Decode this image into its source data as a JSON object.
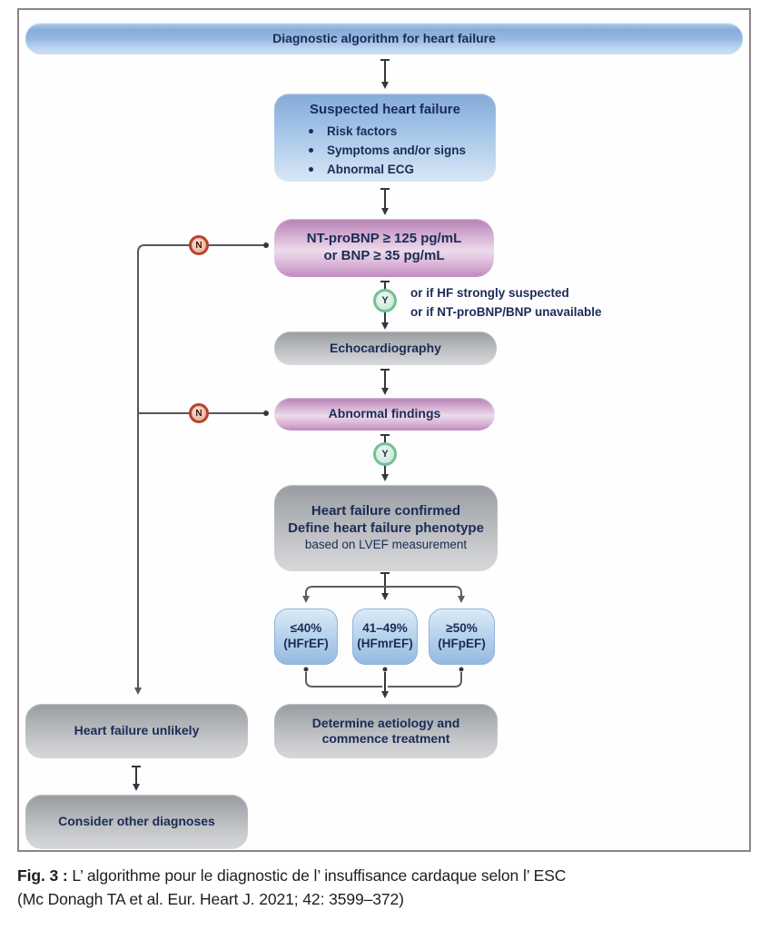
{
  "figure": {
    "banner": "Diagnostic algorithm for heart failure",
    "suspected": {
      "title": "Suspected heart failure",
      "bullets": [
        "Risk factors",
        "Symptoms and/or signs",
        "Abnormal ECG"
      ]
    },
    "natriuretic": {
      "line1": "NT-proBNP ≥ 125 pg/mL",
      "line2": "or BNP ≥ 35 pg/mL"
    },
    "yes_note": {
      "line1": "or if HF strongly suspected",
      "line2": "or if NT-proBNP/BNP unavailable"
    },
    "echo": "Echocardiography",
    "abnormal": "Abnormal findings",
    "confirmed": {
      "line1": "Heart failure confirmed",
      "line2": "Define heart failure phenotype",
      "line3": "based on LVEF measurement"
    },
    "lvef_boxes": [
      {
        "value": "≤40%",
        "label": "(HFrEF)"
      },
      {
        "value": "41–49%",
        "label": "(HFmrEF)"
      },
      {
        "value": "≥50%",
        "label": "(HFpEF)"
      }
    ],
    "determine": {
      "line1": "Determine aetiology and",
      "line2": "commence treatment"
    },
    "unlikely": "Heart failure unlikely",
    "consider": "Consider other diagnoses",
    "no_label": "N",
    "yes_label": "Y"
  },
  "caption": {
    "prefix": "Fig. 3 :",
    "line1": "L’ algorithme pour le diagnostic de l’ insuffisance cardaque selon l’ ESC",
    "line2": "(Mc Donagh TA et al. Eur. Heart J. 2021; 42: 3599–372)"
  },
  "colors": {
    "blue_box": "#9dc0e5",
    "pink_box": "#d4aed1",
    "gray_box": "#b2b5b8",
    "lvef_blue": "#bcd6ee",
    "no_red": "#b6432e",
    "yes_green": "#74bf96",
    "text_navy": "#1c2b57"
  }
}
